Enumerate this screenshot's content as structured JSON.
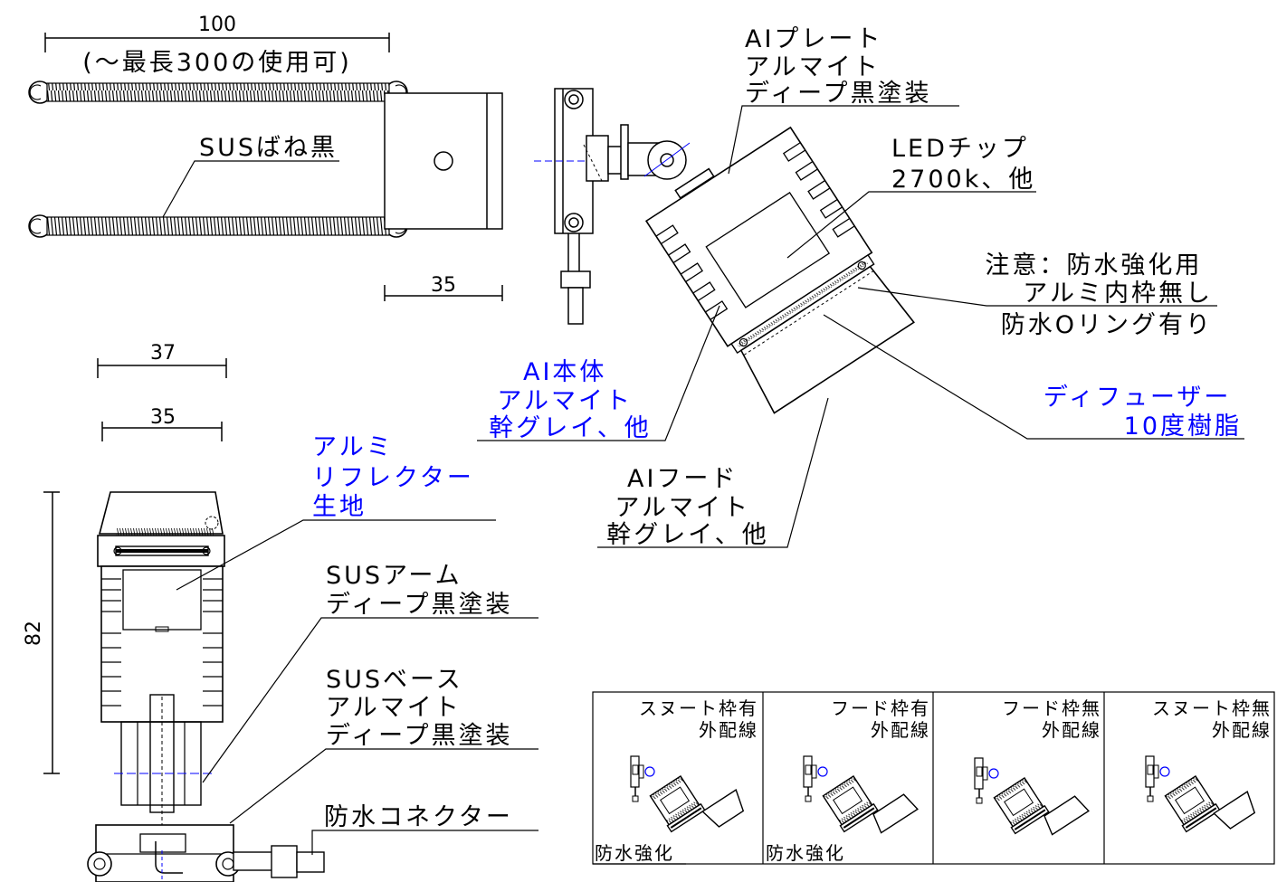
{
  "colors": {
    "line": "#000000",
    "accent": "#0000ff"
  },
  "dimensions": {
    "spring_length": "100",
    "spring_note": "(～最長300の使用可)",
    "plate_width": "35",
    "body_width_outer": "37",
    "body_width_inner": "35",
    "total_height": "82"
  },
  "labels": {
    "al_plate": [
      "AIプレート",
      "アルマイト",
      "ディープ黒塗装"
    ],
    "sus_spring": "SUSばね黒",
    "led_chip": [
      "LEDチップ",
      "2700k、他"
    ],
    "caution": [
      "注意：防水強化用",
      "アルミ内枠無し"
    ],
    "oring": "防水Oリング有り",
    "al_body": [
      "AI本体",
      "アルマイト",
      "幹グレイ、他"
    ],
    "diffuser": [
      "ディフューザー",
      "10度樹脂"
    ],
    "al_hood": [
      "AIフード",
      "アルマイト",
      "幹グレイ、他"
    ],
    "reflector": [
      "アルミ",
      "リフレクター",
      "生地"
    ],
    "sus_arm": [
      "SUSアーム",
      "ディープ黒塗装"
    ],
    "sus_base": [
      "SUSベース",
      "アルマイト",
      "ディープ黒塗装"
    ],
    "connector": "防水コネクター"
  },
  "variants": [
    {
      "title": [
        "スヌート枠有",
        "外配線"
      ],
      "note": "防水強化",
      "hood": "snoot"
    },
    {
      "title": [
        "フード枠有",
        "外配線"
      ],
      "note": "防水強化",
      "hood": "hood"
    },
    {
      "title": [
        "フード枠無",
        "外配線"
      ],
      "note": "",
      "hood": "hood"
    },
    {
      "title": [
        "スヌート枠無",
        "外配線"
      ],
      "note": "",
      "hood": "snoot"
    }
  ]
}
